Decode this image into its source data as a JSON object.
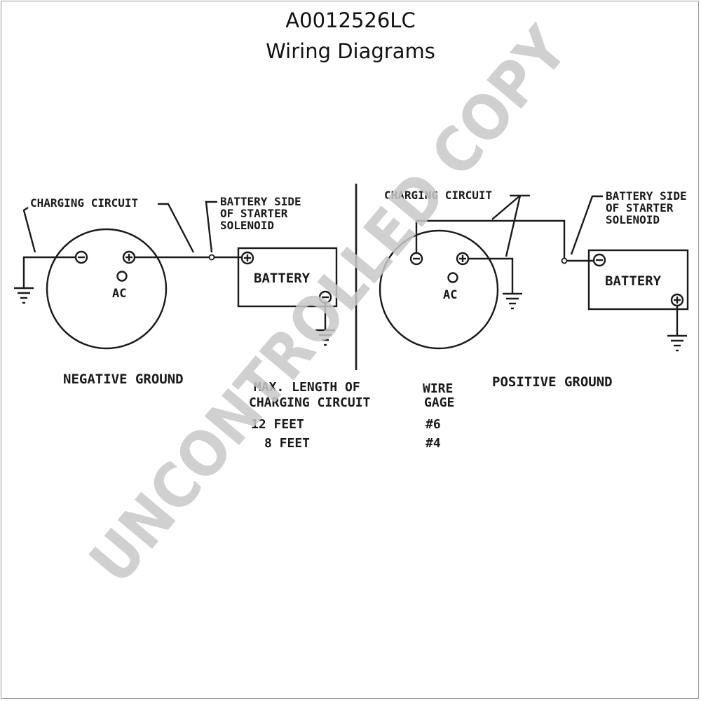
{
  "header": {
    "doc_id": "A0012526LC",
    "title": "Wiring Diagrams"
  },
  "negative": {
    "charging_circuit": "CHARGING CIRCUIT",
    "battery_side_1": "BATTERY SIDE",
    "battery_side_2": "OF STARTER",
    "battery_side_3": "SOLENOID",
    "ac": "AC",
    "battery": "BATTERY",
    "caption": "NEGATIVE GROUND"
  },
  "positive": {
    "charging_circuit": "CHARGING CIRCUIT",
    "battery_side_1": "BATTERY SIDE",
    "battery_side_2": "OF STARTER",
    "battery_side_3": "SOLENOID",
    "ac": "AC",
    "battery": "BATTERY",
    "caption": "POSITIVE GROUND"
  },
  "table": {
    "col1_head_1": "MAX. LENGTH OF",
    "col1_head_2": "CHARGING CIRCUIT",
    "col2_head_1": "WIRE",
    "col2_head_2": "GAGE",
    "rows": [
      {
        "length": "12 FEET",
        "gage": "#6"
      },
      {
        "length": "8 FEET",
        "gage": "#4"
      }
    ]
  },
  "watermark": "UNCONTROLLED COPY",
  "colors": {
    "ink": "#1a1a1a",
    "watermark": "#c8c8c8"
  }
}
